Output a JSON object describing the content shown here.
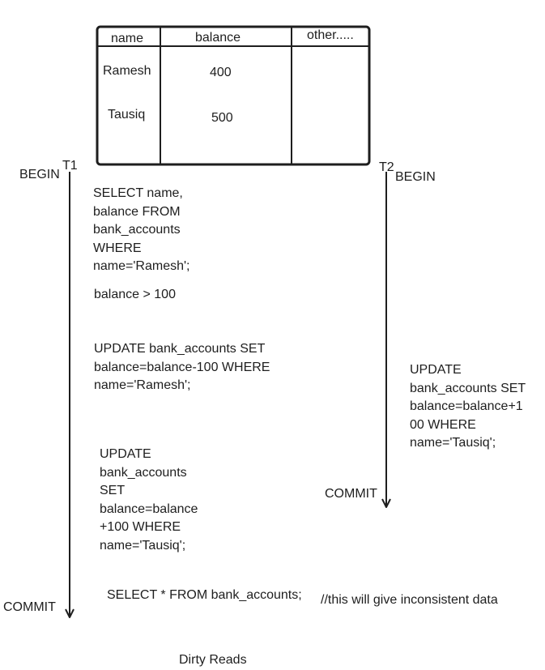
{
  "table": {
    "headers": [
      "name",
      "balance",
      "other....."
    ],
    "rows": [
      {
        "name": "Ramesh",
        "balance": "400"
      },
      {
        "name": "Tausiq",
        "balance": "500"
      }
    ]
  },
  "t1": {
    "label": "T1",
    "begin": "BEGIN",
    "commit": "COMMIT",
    "statements": [
      "SELECT name,\nbalance FROM\nbank_accounts\nWHERE\nname='Ramesh';",
      "balance > 100",
      "UPDATE bank_accounts SET\nbalance=balance-100 WHERE\nname='Ramesh';",
      "UPDATE\nbank_accounts\nSET\nbalance=balance\n+100 WHERE\nname='Tausiq';",
      "SELECT * FROM bank_accounts;"
    ]
  },
  "t2": {
    "label": "T2",
    "begin": "BEGIN",
    "commit": "COMMIT",
    "statements": [
      "UPDATE\nbank_accounts SET\nbalance=balance+1\n00 WHERE\nname='Tausiq';"
    ]
  },
  "comment": "//this will give inconsistent data",
  "caption": "Dirty Reads",
  "colors": {
    "ink": "#1e1e1e",
    "background": "#ffffff"
  }
}
